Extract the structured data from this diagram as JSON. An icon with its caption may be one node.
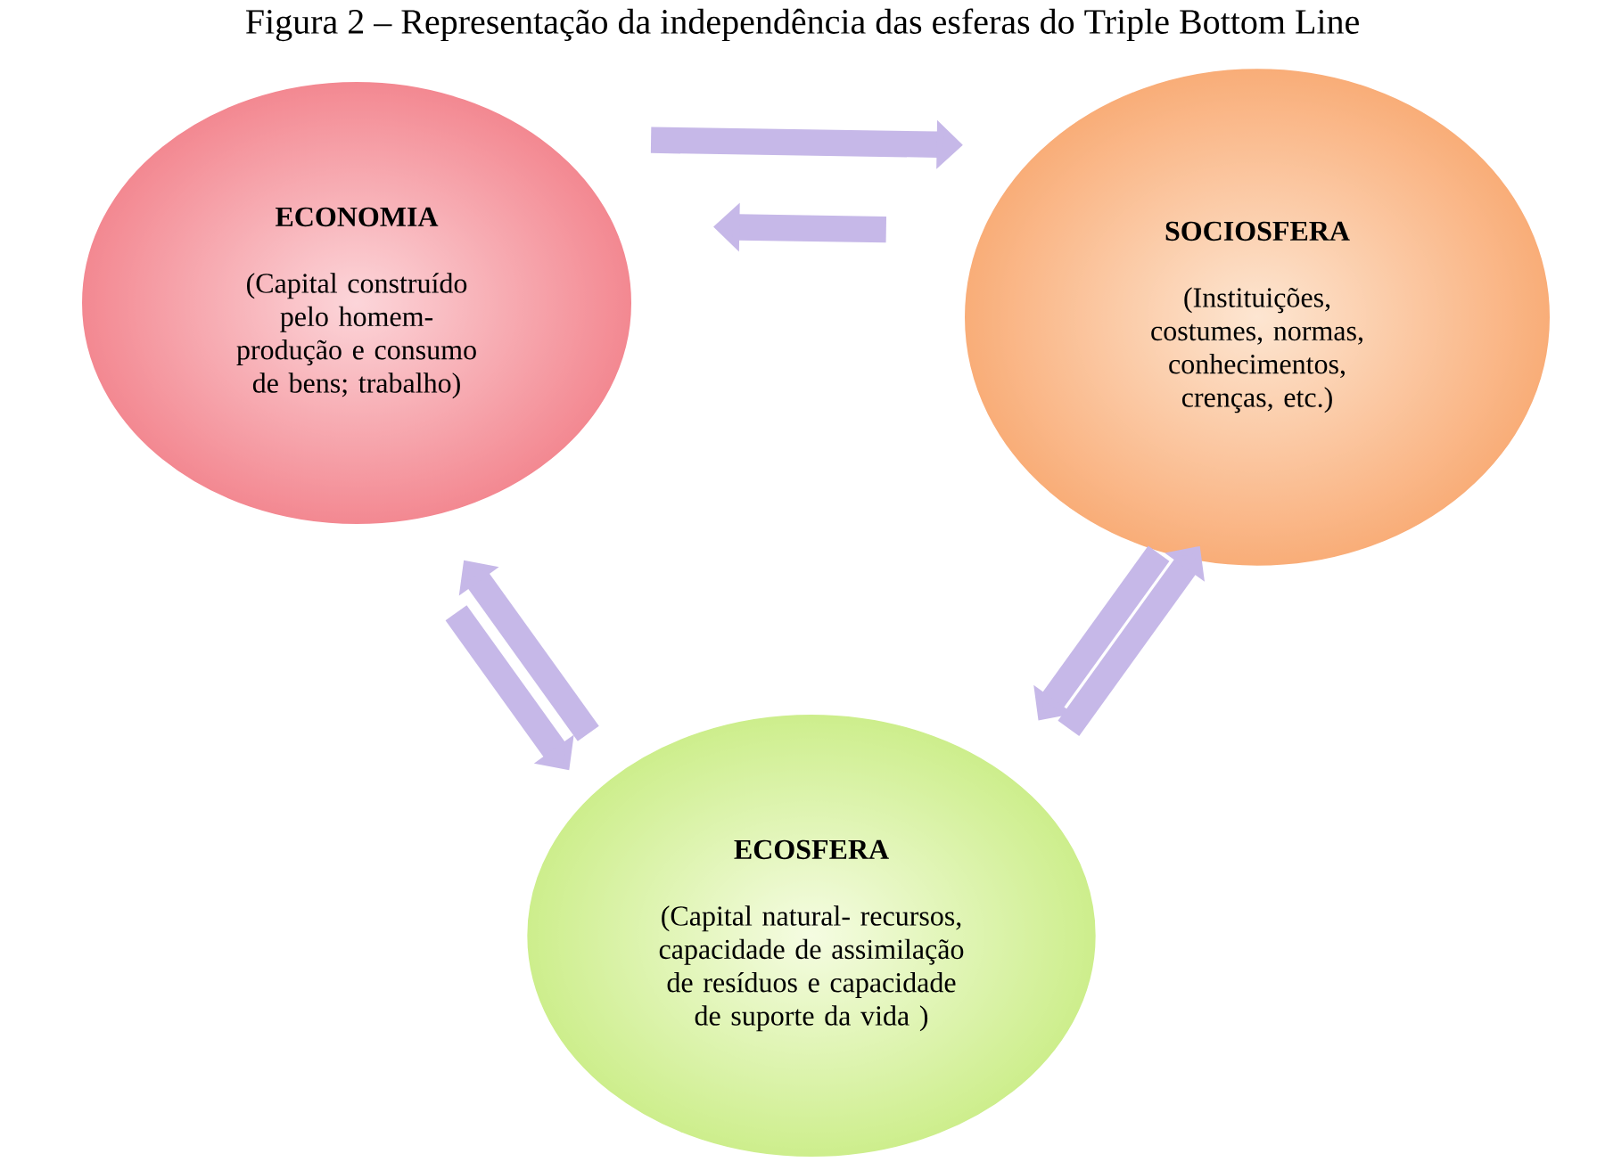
{
  "diagram": {
    "title": "Figura 2 – Representação da independência das esferas do Triple Bottom Line",
    "nodes": [
      {
        "text": [
          "ECONOMIA",
          "(Capital construído pelo homem- produção e consumo de bens; trabalho)"
        ]
      },
      {
        "text": [
          "SOCIOSFERA",
          "(Instituições, costumes, normas, conhecimentos, crenças, etc.)"
        ]
      },
      {
        "text": [
          "ECOSFERA",
          "(Capital natural- recursos, capacidade de assimilação de resíduos e capacidade de suporte da vida )"
        ]
      }
    ],
    "edges": [
      {
        "from": 0,
        "to": 1,
        "arrow": "to"
      },
      {
        "from": 1,
        "to": 0,
        "arrow": "to"
      },
      {
        "from": 2,
        "to": 0,
        "arrow": "to"
      },
      {
        "from": 0,
        "to": 2,
        "arrow": "to"
      },
      {
        "from": 1,
        "to": 2,
        "arrow": "to"
      },
      {
        "from": 2,
        "to": 1,
        "arrow": "to"
      }
    ]
  }
}
